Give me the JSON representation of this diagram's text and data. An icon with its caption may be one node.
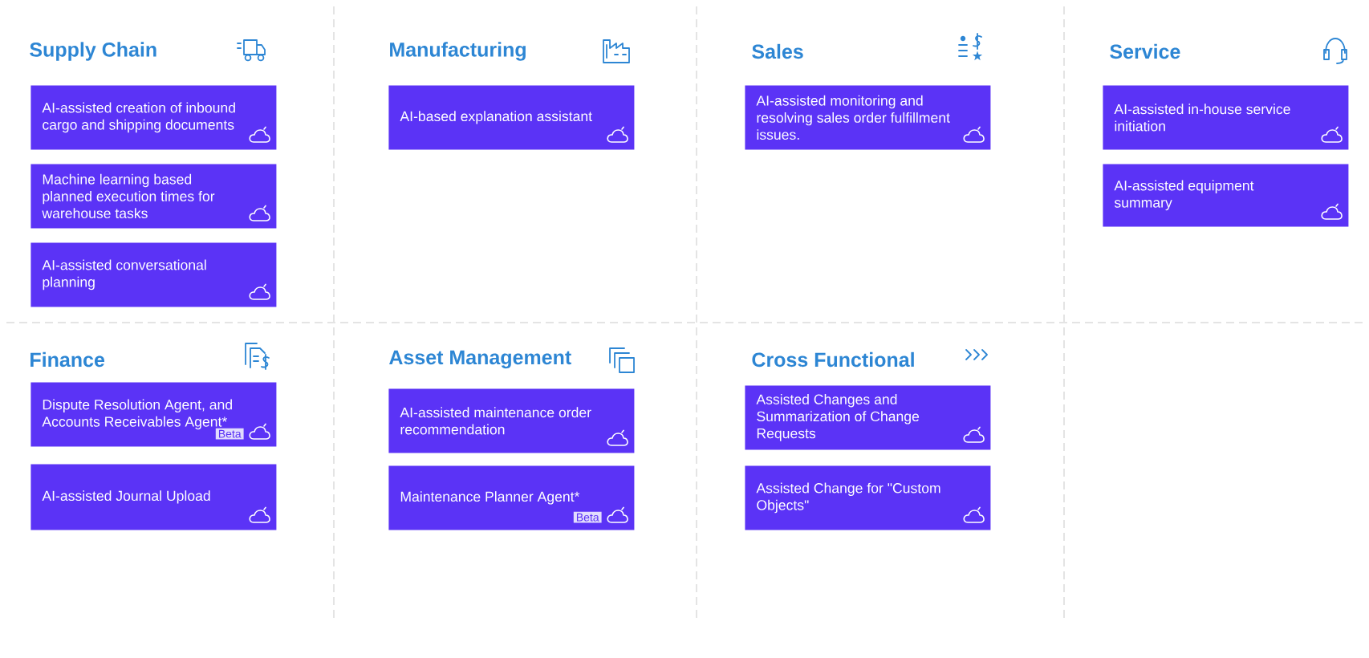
{
  "diagram": {
    "nodes": [
      {
        "text": [
          "AI-assisted creation of inbound cargo and shipping documents"
        ]
      },
      {
        "text": [
          "Machine learning based planned execution times for warehouse tasks"
        ]
      },
      {
        "text": [
          "AI-assisted conversational planning"
        ]
      },
      {
        "text": [
          "AI-based explanation assistant"
        ]
      },
      {
        "text": [
          "AI-assisted monitoring and resolving sales order fulfillment issues."
        ]
      },
      {
        "text": [
          "AI-assisted in-house service initiation"
        ]
      },
      {
        "text": [
          "AI-assisted equipment summary"
        ]
      },
      {
        "text": [
          "Dispute Resolution Agent, and Accounts Receivables Agent*",
          "Beta"
        ]
      },
      {
        "text": [
          "AI-assisted Journal Upload"
        ]
      },
      {
        "text": [
          "AI-assisted maintenance order recommendation"
        ]
      },
      {
        "text": [
          "Maintenance Planner Agent*",
          "Beta"
        ]
      },
      {
        "text": [
          "Assisted Changes and Summarization of Change Requests"
        ]
      },
      {
        "text": [
          "Assisted Change for \"Custom Objects\""
        ]
      }
    ],
    "labels": [
      "Supply Chain",
      "Manufacturing",
      "Sales",
      "Service",
      "Finance",
      "Asset Management",
      "Cross Functional"
    ]
  }
}
